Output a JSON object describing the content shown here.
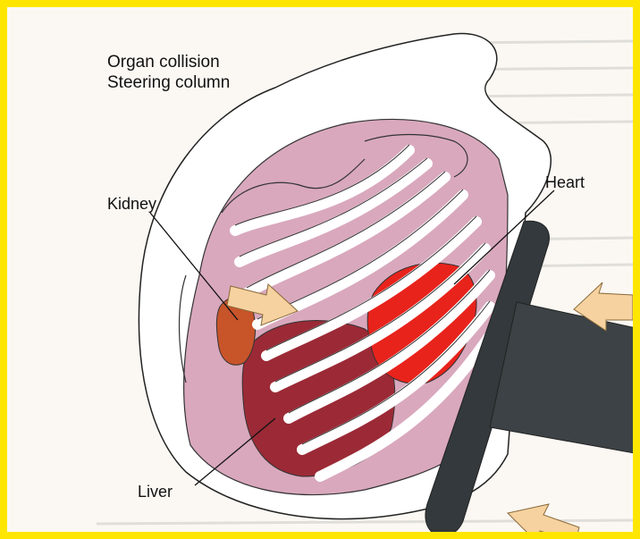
{
  "figure": {
    "caption_line1": "Organ collision",
    "caption_line2": "Steering column",
    "labels": {
      "kidney": "Kidney",
      "heart": "Heart",
      "liver": "Liver"
    }
  },
  "colors": {
    "border": "#ffe600",
    "background": "#fbf8f3",
    "rib_pink": "#d9a8bd",
    "rib_white": "#ffffff",
    "liver_red": "#9b2a36",
    "heart_red": "#e8231c",
    "kidney_orange": "#c8542a",
    "arrow_fill": "#f6d2a0",
    "steering_dark": "#33393c"
  }
}
